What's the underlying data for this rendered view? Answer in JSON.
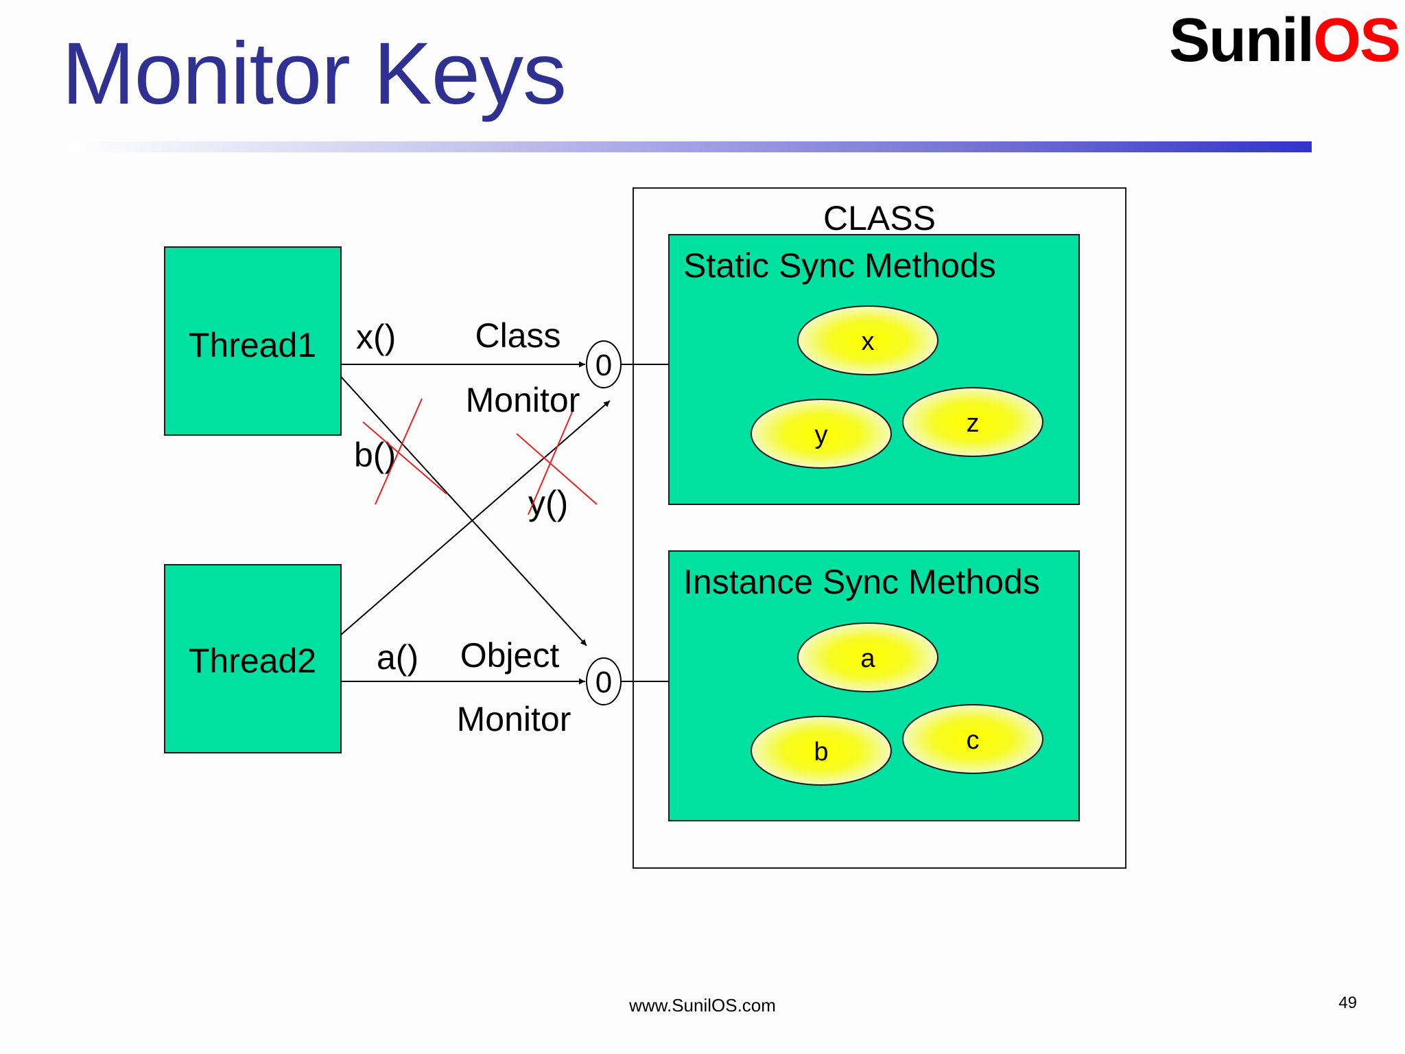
{
  "slide": {
    "title": "Monitor Keys",
    "logo_part1": "Sunil",
    "logo_part2": "OS",
    "footer": "www.SunilOS.com",
    "page_number": "49"
  },
  "diagram": {
    "threads": [
      "Thread1",
      "Thread2"
    ],
    "calls": {
      "x": "x()",
      "b": "b()",
      "y": "y()",
      "a": "a()"
    },
    "monitors": {
      "class_line1": "Class",
      "class_line2": "Monitor",
      "object_line1": "Object",
      "object_line2": "Monitor",
      "lock_symbol": "0"
    },
    "class_box": {
      "label": "CLASS",
      "static_panel": {
        "title": "Static Sync Methods",
        "methods": [
          "x",
          "y",
          "z"
        ]
      },
      "instance_panel": {
        "title": "Instance Sync Methods",
        "methods": [
          "a",
          "b",
          "c"
        ]
      }
    }
  },
  "colors": {
    "title": "#2e3192",
    "panel": "#00e0a0",
    "method_center": "#ffff00",
    "method_edge": "#f4f9c0",
    "cross": "#e82020"
  }
}
